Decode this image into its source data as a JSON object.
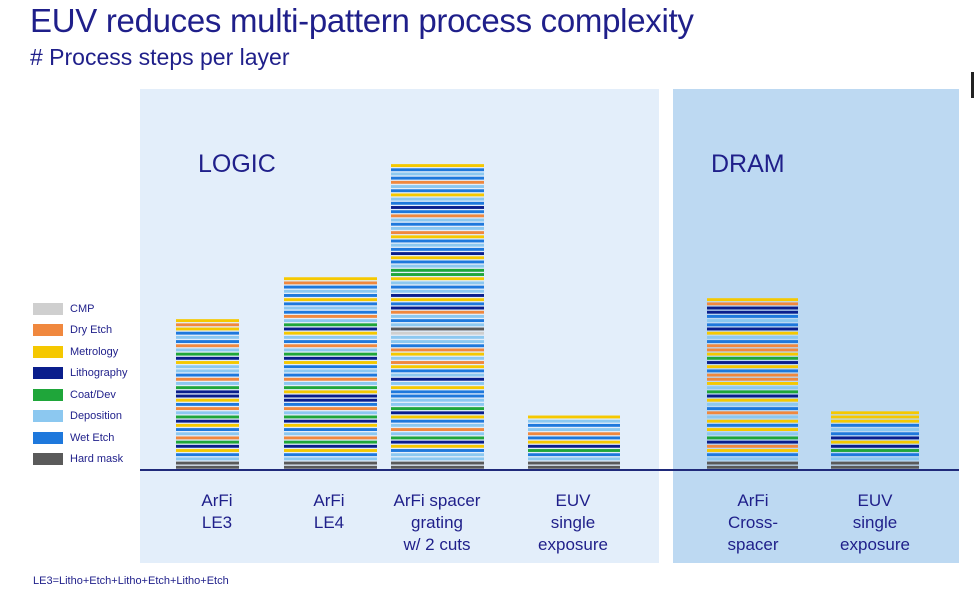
{
  "title": "EUV reduces multi-pattern process complexity",
  "subtitle": "# Process steps per layer",
  "groups": {
    "logic": "LOGIC",
    "dram": "DRAM"
  },
  "legend": [
    {
      "label": "CMP",
      "color": "#cfcfcf"
    },
    {
      "label": "Dry Etch",
      "color": "#f0883e"
    },
    {
      "label": "Metrology",
      "color": "#f5c800"
    },
    {
      "label": "Lithography",
      "color": "#0a1e8c"
    },
    {
      "label": "Coat/Dev",
      "color": "#1fa63a"
    },
    {
      "label": "Deposition",
      "color": "#8cc8f0"
    },
    {
      "label": "Wet Etch",
      "color": "#1e78dc"
    },
    {
      "label": "Hard mask",
      "color": "#5a5a5a"
    }
  ],
  "categories": [
    "ArFi\nLE3",
    "ArFi\nLE4",
    "ArFi spacer\ngrating\nw/ 2 cuts",
    "EUV\nsingle\nexposure",
    "ArFi\nCross-\nspacer",
    "EUV\nsingle\nexposure"
  ],
  "footnote": "LE3=Litho+Etch+Litho+Etch+Litho+Etch",
  "chart_data": {
    "type": "bar",
    "stacked": true,
    "title": "EUV reduces multi-pattern process complexity",
    "subtitle": "# Process steps per layer",
    "groups": [
      {
        "name": "LOGIC",
        "categories": [
          "ArFi LE3",
          "ArFi LE4",
          "ArFi spacer grating w/ 2 cuts",
          "EUV single exposure"
        ]
      },
      {
        "name": "DRAM",
        "categories": [
          "ArFi Cross-spacer",
          "EUV single exposure"
        ]
      }
    ],
    "series": [
      {
        "name": "CMP"
      },
      {
        "name": "Dry Etch"
      },
      {
        "name": "Metrology"
      },
      {
        "name": "Lithography"
      },
      {
        "name": "Coat/Dev"
      },
      {
        "name": "Deposition"
      },
      {
        "name": "Wet Etch"
      },
      {
        "name": "Hard mask"
      }
    ],
    "bars": [
      {
        "category": "ArFi LE3",
        "group": "LOGIC",
        "total_steps": 36,
        "steps": [
          "Hard mask",
          "Hard mask",
          "Deposition",
          "Wet Etch",
          "Metrology",
          "Lithography",
          "Coat/Dev",
          "Dry Etch",
          "Deposition",
          "Wet Etch",
          "Metrology",
          "Lithography",
          "Coat/Dev",
          "Deposition",
          "Dry Etch",
          "Wet Etch",
          "Metrology",
          "Lithography",
          "Lithography",
          "Coat/Dev",
          "Deposition",
          "Dry Etch",
          "Wet Etch",
          "Deposition",
          "Deposition",
          "Metrology",
          "Lithography",
          "Coat/Dev",
          "Deposition",
          "Dry Etch",
          "Wet Etch",
          "Deposition",
          "Wet Etch",
          "Metrology",
          "Dry Etch",
          "Metrology"
        ]
      },
      {
        "category": "ArFi LE4",
        "group": "LOGIC",
        "total_steps": 46,
        "steps": [
          "Hard mask",
          "Hard mask",
          "Deposition",
          "Wet Etch",
          "Metrology",
          "Lithography",
          "Coat/Dev",
          "Dry Etch",
          "Deposition",
          "Wet Etch",
          "Metrology",
          "Lithography",
          "Coat/Dev",
          "Deposition",
          "Dry Etch",
          "Wet Etch",
          "Lithography",
          "Lithography",
          "Metrology",
          "Coat/Dev",
          "Deposition",
          "Dry Etch",
          "Wet Etch",
          "Deposition",
          "Wet Etch",
          "Metrology",
          "Lithography",
          "Coat/Dev",
          "Deposition",
          "Dry Etch",
          "Wet Etch",
          "Deposition",
          "Metrology",
          "Lithography",
          "Coat/Dev",
          "Deposition",
          "Dry Etch",
          "Wet Etch",
          "Deposition",
          "Wet Etch",
          "Metrology",
          "Wet Etch",
          "Deposition",
          "Wet Etch",
          "Dry Etch",
          "Metrology"
        ]
      },
      {
        "category": "ArFi spacer grating w/ 2 cuts",
        "group": "LOGIC",
        "total_steps": 73,
        "steps": [
          "Hard mask",
          "Hard mask",
          "Deposition",
          "Deposition",
          "Wet Etch",
          "Metrology",
          "Lithography",
          "Coat/Dev",
          "Deposition",
          "Dry Etch",
          "Deposition",
          "Wet Etch",
          "Metrology",
          "Lithography",
          "Coat/Dev",
          "Deposition",
          "Deposition",
          "Wet Etch",
          "Wet Etch",
          "Metrology",
          "Deposition",
          "Lithography",
          "Deposition",
          "Wet Etch",
          "Metrology",
          "Dry Etch",
          "Deposition",
          "Metrology",
          "Dry Etch",
          "Wet Etch",
          "Deposition",
          "Deposition",
          "CMP",
          "Hard mask",
          "Deposition",
          "Wet Etch",
          "Deposition",
          "Dry Etch",
          "Lithography",
          "Wet Etch",
          "Metrology",
          "Lithography",
          "Deposition",
          "Wet Etch",
          "Deposition",
          "Metrology",
          "Coat/Dev",
          "Coat/Dev",
          "Deposition",
          "Wet Etch",
          "Metrology",
          "Lithography",
          "Wet Etch",
          "Deposition",
          "Wet Etch",
          "Metrology",
          "Dry Etch",
          "Deposition",
          "Wet Etch",
          "Deposition",
          "Dry Etch",
          "Wet Etch",
          "Lithography",
          "Wet Etch",
          "Deposition",
          "Metrology",
          "Wet Etch",
          "Deposition",
          "Dry Etch",
          "Wet Etch",
          "Deposition",
          "Wet Etch",
          "Metrology"
        ]
      },
      {
        "category": "EUV single exposure",
        "group": "LOGIC",
        "total_steps": 13,
        "steps": [
          "Hard mask",
          "Hard mask",
          "Deposition",
          "Wet Etch",
          "Coat/Dev",
          "Lithography",
          "Metrology",
          "Wet Etch",
          "Dry Etch",
          "Deposition",
          "Wet Etch",
          "Deposition",
          "Metrology"
        ]
      },
      {
        "category": "ArFi Cross-spacer",
        "group": "DRAM",
        "total_steps": 41,
        "steps": [
          "Hard mask",
          "Hard mask",
          "Deposition",
          "Wet Etch",
          "Metrology",
          "Dry Etch",
          "Lithography",
          "Coat/Dev",
          "Deposition",
          "Metrology",
          "Wet Etch",
          "Metrology",
          "Deposition",
          "Dry Etch",
          "Wet Etch",
          "Deposition",
          "Metrology",
          "Lithography",
          "Coat/Dev",
          "Deposition",
          "Metrology",
          "Dry Etch",
          "Dry Etch",
          "Wet Etch",
          "Metrology",
          "Lithography",
          "Coat/Dev",
          "Metrology",
          "Dry Etch",
          "Dry Etch",
          "Wet Etch",
          "Deposition",
          "Metrology",
          "Lithography",
          "Wet Etch",
          "Deposition",
          "Wet Etch",
          "Lithography",
          "Lithography",
          "Dry Etch",
          "Metrology"
        ]
      },
      {
        "category": "EUV single exposure",
        "group": "DRAM",
        "total_steps": 14,
        "steps": [
          "Hard mask",
          "Hard mask",
          "Deposition",
          "Wet Etch",
          "Coat/Dev",
          "Lithography",
          "Metrology",
          "Lithography",
          "Wet Etch",
          "Deposition",
          "Wet Etch",
          "Metrology",
          "Metrology",
          "Metrology"
        ]
      }
    ],
    "xlabel": "",
    "ylabel": "",
    "legend_position": "left",
    "grid": false
  }
}
